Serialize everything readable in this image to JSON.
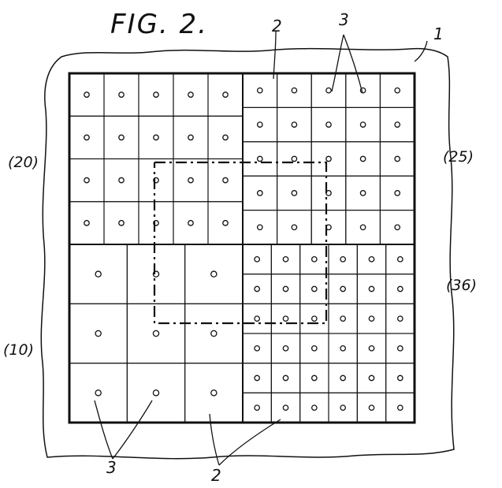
{
  "figure": {
    "title": "FIG. 2.",
    "labels": {
      "substrate": "1",
      "segment_top": "2",
      "cells_top": "3",
      "cells_bottom": "3",
      "segments_bottom": "2",
      "grid_20": "(20)",
      "grid_25": "(25)",
      "grid_36": "(36)",
      "grid_10": "(10)"
    }
  }
}
